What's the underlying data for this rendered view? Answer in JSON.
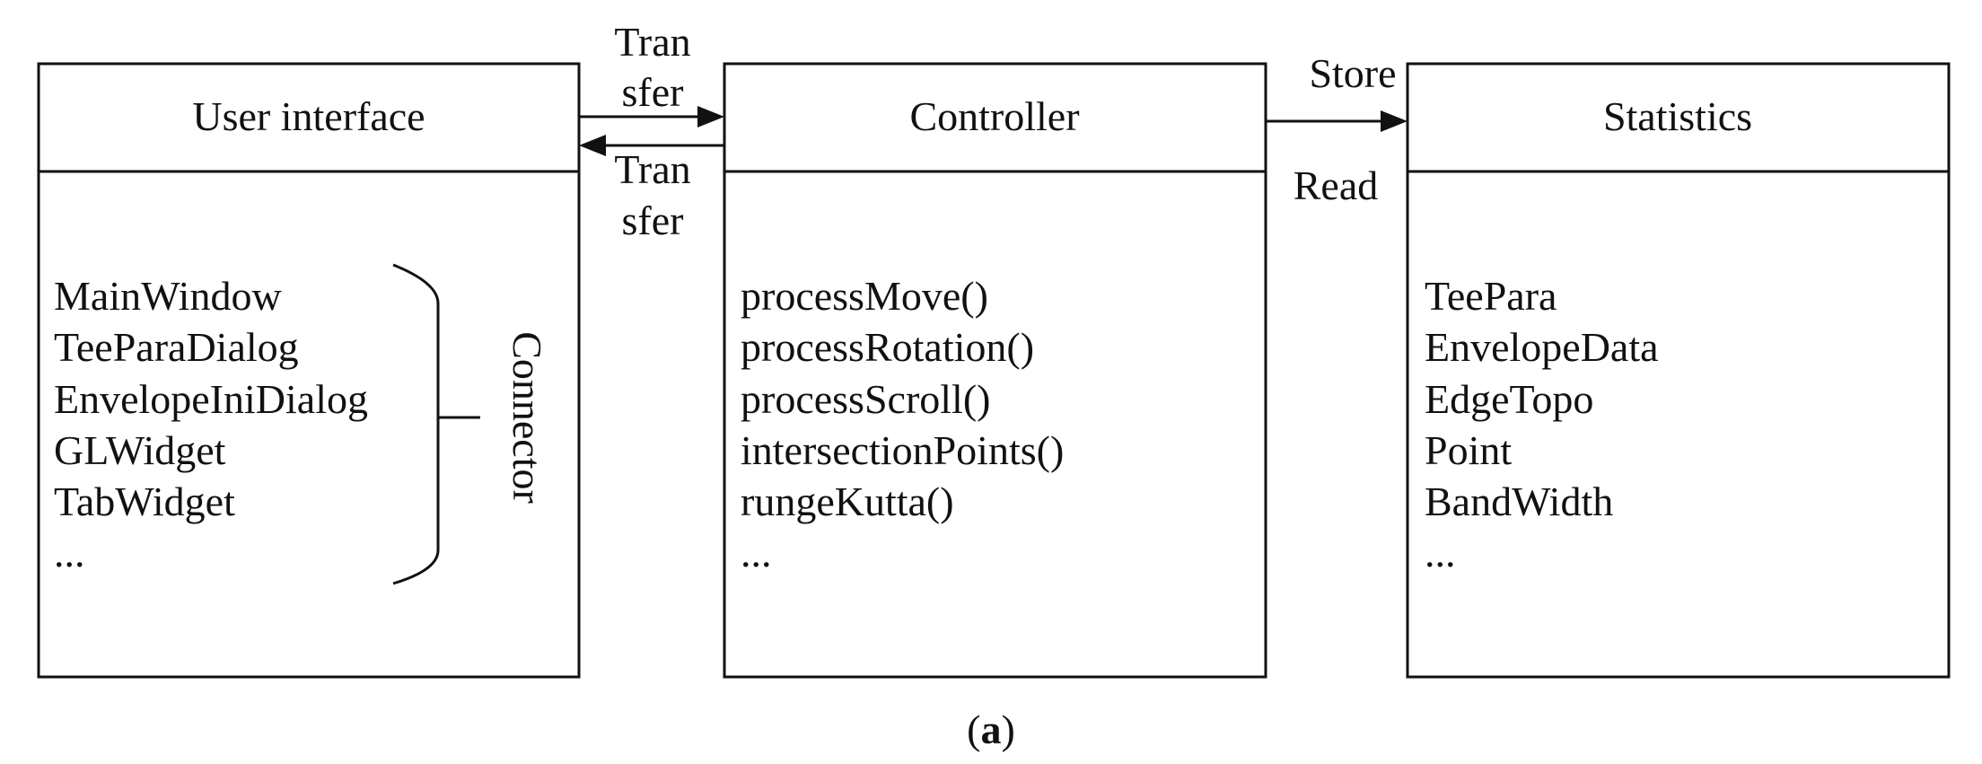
{
  "boxes": [
    {
      "title": "User interface",
      "items": [
        "MainWindow",
        "TeeParaDialog",
        "EnvelopeIniDialog",
        "GLWidget",
        "TabWidget",
        "..."
      ]
    },
    {
      "title": "Controller",
      "items": [
        "processMove()",
        "processRotation()",
        "processScroll()",
        "intersectionPoints()",
        "rungeKutta()",
        "..."
      ]
    },
    {
      "title": "Statistics",
      "items": [
        "TeePara",
        "EnvelopeData",
        "EdgeTopo",
        "Point",
        "BandWidth",
        "..."
      ]
    }
  ],
  "connector_label": "Connector",
  "arrows": {
    "transfer_top": [
      "Tran",
      "sfer"
    ],
    "transfer_bottom": [
      "Tran",
      "sfer"
    ],
    "store": "Store",
    "read": "Read"
  },
  "caption": {
    "open": "(",
    "letter": "a",
    "close": ")"
  }
}
